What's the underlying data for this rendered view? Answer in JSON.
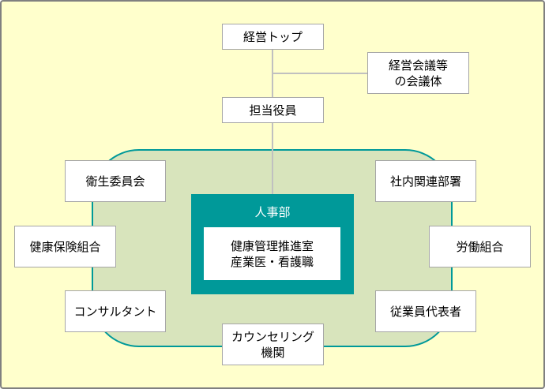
{
  "diagram": {
    "title": "健康経営推進体制",
    "top_chain": {
      "executive": "経営トップ",
      "council": "経営会議等\nの会議体",
      "officer": "担当役員"
    },
    "center": {
      "department": "人事部",
      "inner": "健康管理推進室\n産業医・看護職"
    },
    "surrounding": {
      "health_committee": "衛生委員会",
      "related_departments": "社内関連部署",
      "health_insurance": "健康保険組合",
      "labor_union": "労働組合",
      "consultant": "コンサルタント",
      "employee_rep": "従業員代表者",
      "counseling": "カウンセリング\n機関"
    },
    "colors": {
      "background": "#ffffcc",
      "region": "#d8e4bc",
      "accent": "#009999",
      "connector": "#c0c0c0"
    }
  }
}
